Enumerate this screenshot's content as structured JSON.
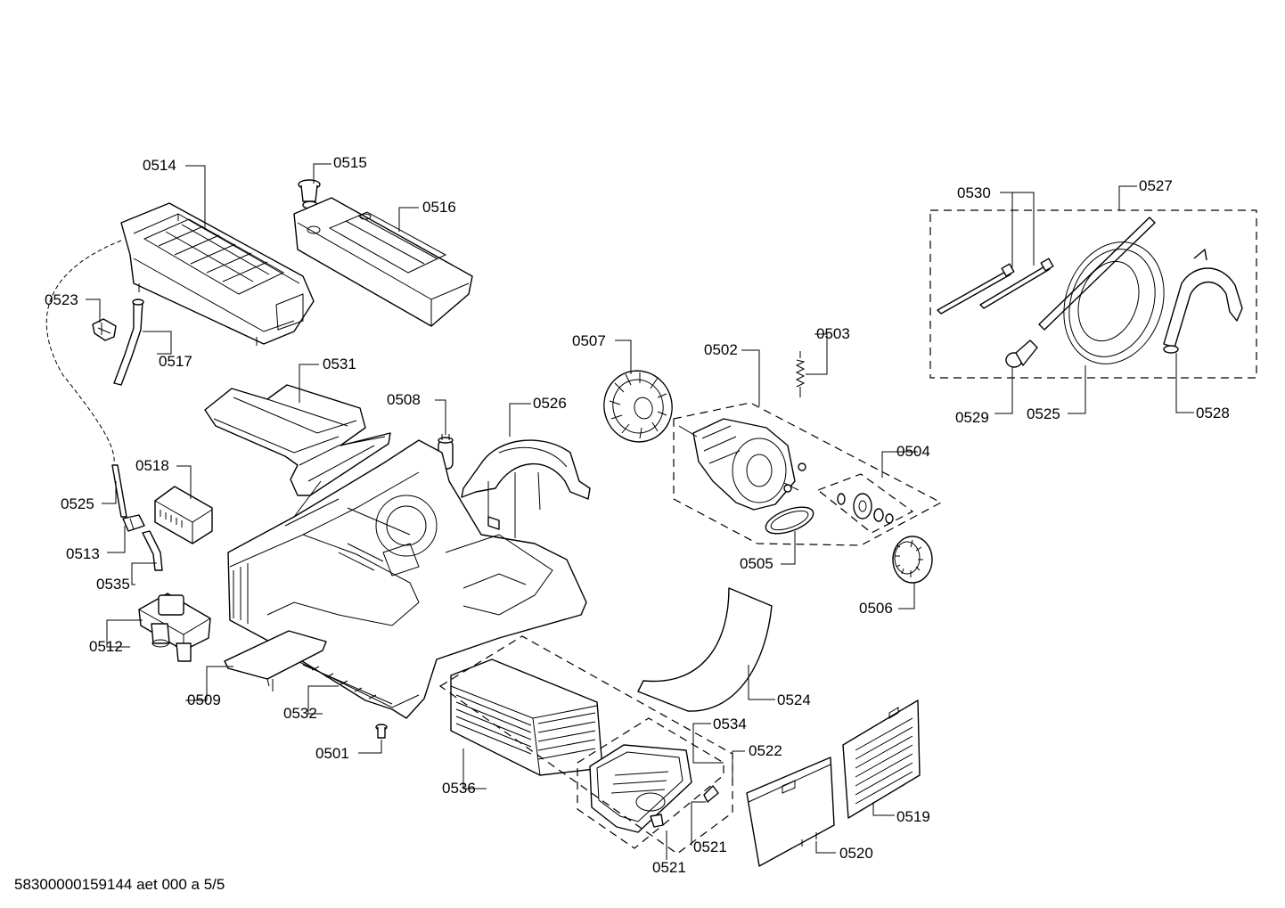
{
  "footer": {
    "doc_code": "58300000159144 aet 000 a 5/5"
  },
  "labels": {
    "p0501": "0501",
    "p0502": "0502",
    "p0503": "0503",
    "p0504": "0504",
    "p0505": "0505",
    "p0506": "0506",
    "p0507": "0507",
    "p0508": "0508",
    "p0509": "0509",
    "p0512": "0512",
    "p0513": "0513",
    "p0514": "0514",
    "p0515": "0515",
    "p0516": "0516",
    "p0517": "0517",
    "p0518": "0518",
    "p0519": "0519",
    "p0520": "0520",
    "p0521a": "0521",
    "p0521b": "0521",
    "p0522": "0522",
    "p0523": "0523",
    "p0524": "0524",
    "p0525a": "0525",
    "p0525b": "0525",
    "p0526": "0526",
    "p0527": "0527",
    "p0528": "0528",
    "p0529": "0529",
    "p0530": "0530",
    "p0531": "0531",
    "p0532": "0532",
    "p0534": "0534",
    "p0535": "0535",
    "p0536": "0536"
  }
}
